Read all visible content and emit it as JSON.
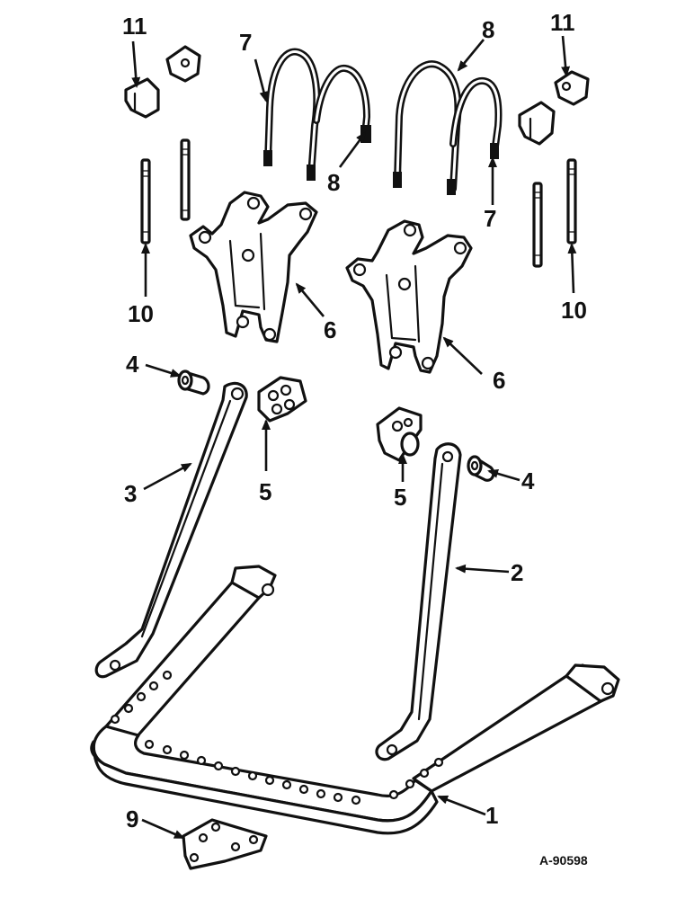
{
  "diagram": {
    "callouts": {
      "c1": "1",
      "c2": "2",
      "c3": "3",
      "c4a": "4",
      "c4b": "4",
      "c5a": "5",
      "c5b": "5",
      "c6a": "6",
      "c6b": "6",
      "c7a": "7",
      "c7b": "7",
      "c8a": "8",
      "c8b": "8",
      "c9": "9",
      "c10a": "10",
      "c10b": "10",
      "c11a": "11",
      "c11b": "11"
    },
    "figure_code": "A-90598"
  }
}
